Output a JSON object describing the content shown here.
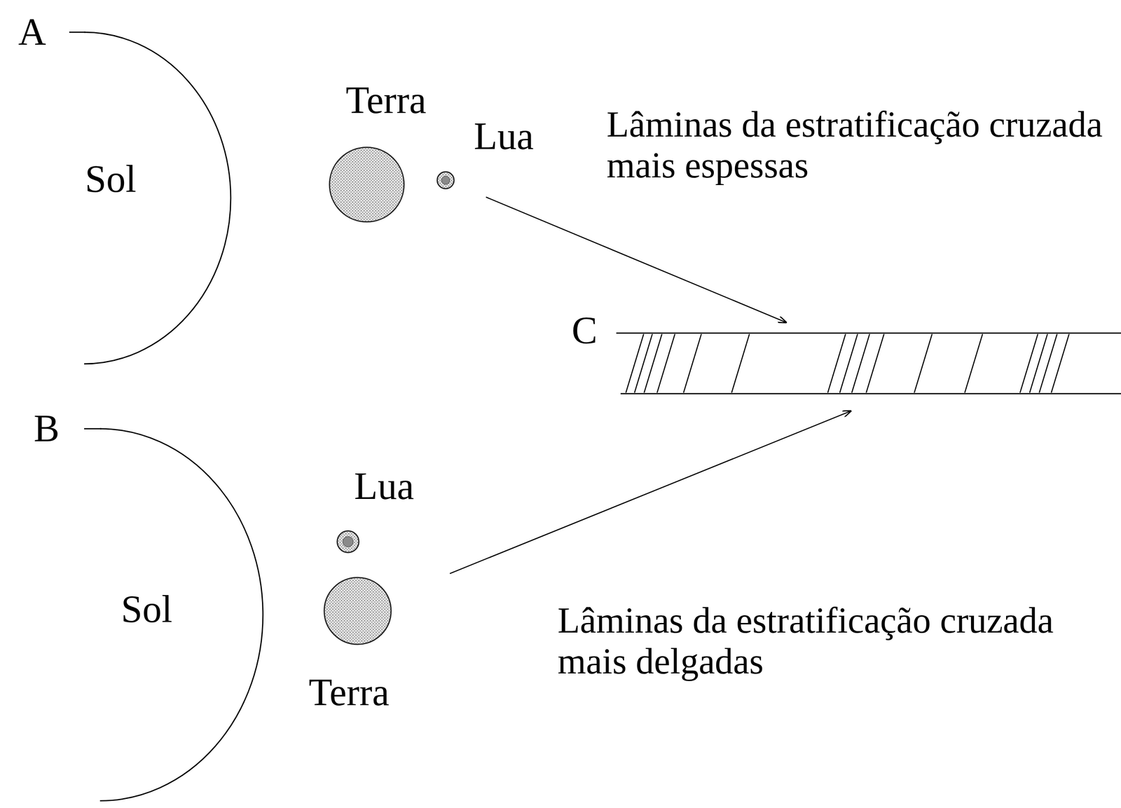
{
  "diagram": {
    "nodes": [
      {
        "text": [
          "Sol"
        ]
      },
      {
        "text": [
          "Terra"
        ]
      },
      {
        "text": [
          "Lua"
        ]
      },
      {
        "text": [
          "C"
        ]
      },
      {
        "text": [
          "Sol"
        ]
      },
      {
        "text": [
          "Lua"
        ]
      },
      {
        "text": [
          "Terra"
        ]
      }
    ],
    "edges": [
      {
        "from": 2,
        "to": 3,
        "arrow": "to"
      },
      {
        "from": 6,
        "to": 3,
        "arrow": "to"
      }
    ],
    "labels": [
      "A",
      "Lâminas da estratificação cruzada mais espessas",
      "B",
      "Lâminas da estratificação cruzada mais delgadas"
    ]
  }
}
